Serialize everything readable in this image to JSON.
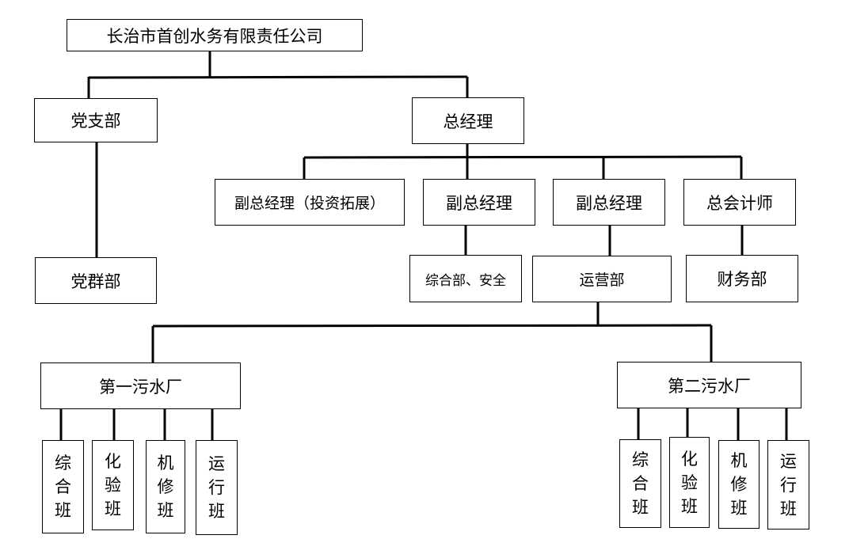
{
  "company": "长治市首创水务有限责任公司",
  "party_branch": "党支部",
  "party_dept": "党群部",
  "gm": "总经理",
  "vp_invest": "副总经理（投资拓展）",
  "vp_1": "副总经理",
  "vp_2": "副总经理",
  "cfo": "总会计师",
  "dept_admin": "综合部、安全",
  "dept_ops": "运营部",
  "dept_finance": "财务部",
  "plant1": {
    "name": "第一污水厂",
    "teams": [
      {
        "chars": [
          "综",
          "合",
          "班"
        ]
      },
      {
        "chars": [
          "化",
          "验",
          "班"
        ]
      },
      {
        "chars": [
          "机",
          "修",
          "班"
        ]
      },
      {
        "chars": [
          "运",
          "行",
          "班"
        ]
      }
    ]
  },
  "plant2": {
    "name": "第二污水厂",
    "teams": [
      {
        "chars": [
          "综",
          "合",
          "班"
        ]
      },
      {
        "chars": [
          "化",
          "验",
          "班"
        ]
      },
      {
        "chars": [
          "机",
          "修",
          "班"
        ]
      },
      {
        "chars": [
          "运",
          "行",
          "班"
        ]
      }
    ]
  }
}
